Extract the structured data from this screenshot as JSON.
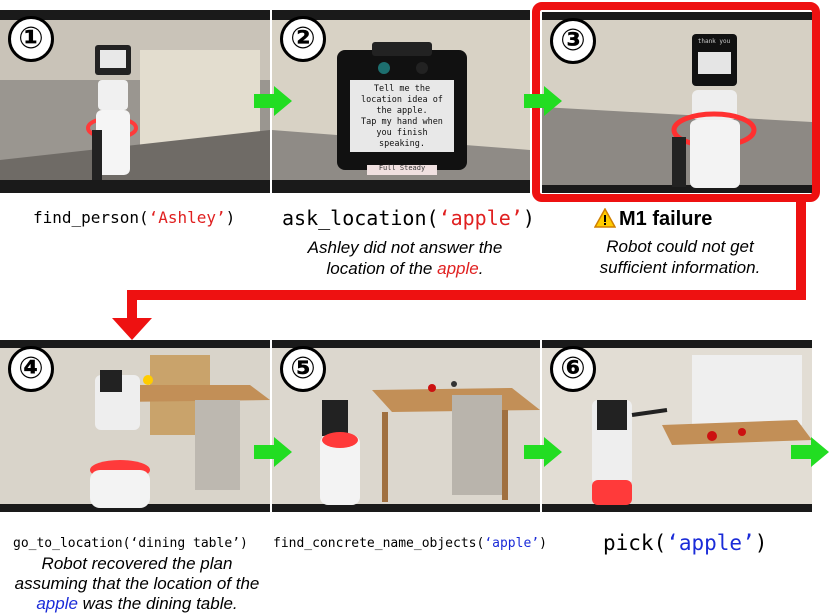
{
  "colors": {
    "red": "#ee1111",
    "green_arrow": "#22dd22",
    "blue": "#1a2bd8",
    "text_red": "#e02020"
  },
  "steps": [
    {
      "number": "①",
      "func": "find_person(",
      "arg": "‘Ashley’",
      "close": ")"
    },
    {
      "number": "②",
      "func": "ask_location(",
      "arg": "‘apple’",
      "close": ")"
    },
    {
      "number": "③"
    },
    {
      "number": "④",
      "func": "go_to_location(",
      "arg": "‘dining table’",
      "close": ")"
    },
    {
      "number": "⑤",
      "func": "find_concrete_name_objects(",
      "arg": "‘apple’",
      "close": ")"
    },
    {
      "number": "⑥",
      "func": "pick(",
      "arg": "‘apple’",
      "close": ")"
    }
  ],
  "step2_note": {
    "before": "Ashley did not answer the location of the ",
    "highlight": "apple",
    "after": "."
  },
  "failure": {
    "icon": "warning-icon",
    "title": "M1 failure",
    "desc": "Robot could not get sufficient information."
  },
  "step4_note": {
    "before": "Robot recovered the plan assuming that the location of the ",
    "highlight": "apple",
    "after": " was the dining table."
  },
  "screen_text": {
    "lines": [
      "Tell me the",
      "location idea of",
      "the apple.",
      "Tap my hand when",
      "you finish",
      "speaking."
    ],
    "label": "Full Steady"
  },
  "screen_text_3": "thank you"
}
